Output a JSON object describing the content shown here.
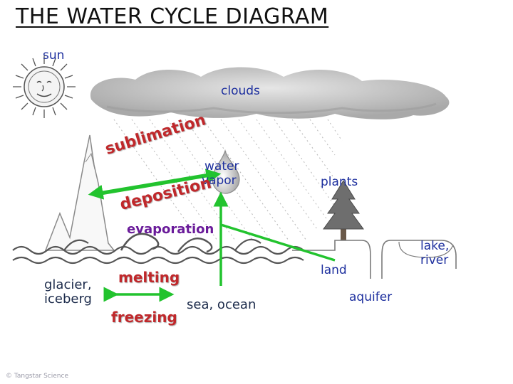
{
  "title": "THE WATER CYCLE DIAGRAM",
  "labels": {
    "sun": "sun",
    "clouds": "clouds",
    "water_vapor_line1": "water",
    "water_vapor_line2": "vapor",
    "plants": "plants",
    "sublimation": "sublimation",
    "deposition": "deposition",
    "evaporation": "evaporation",
    "lake_river_line1": "lake,",
    "lake_river_line2": "river",
    "land": "land",
    "glacier_line1": "glacier,",
    "glacier_line2": "iceberg",
    "melting": "melting",
    "freezing": "freezing",
    "sea_ocean": "sea, ocean",
    "aquifer": "aquifer"
  },
  "copyright": "© Tangstar Science",
  "colors": {
    "arrow_green": "#22c32e",
    "label_blue": "#1d2f9e",
    "label_red": "#c0282b",
    "label_purple": "#6a1b9a",
    "outline_gray": "#7a7a7a"
  }
}
